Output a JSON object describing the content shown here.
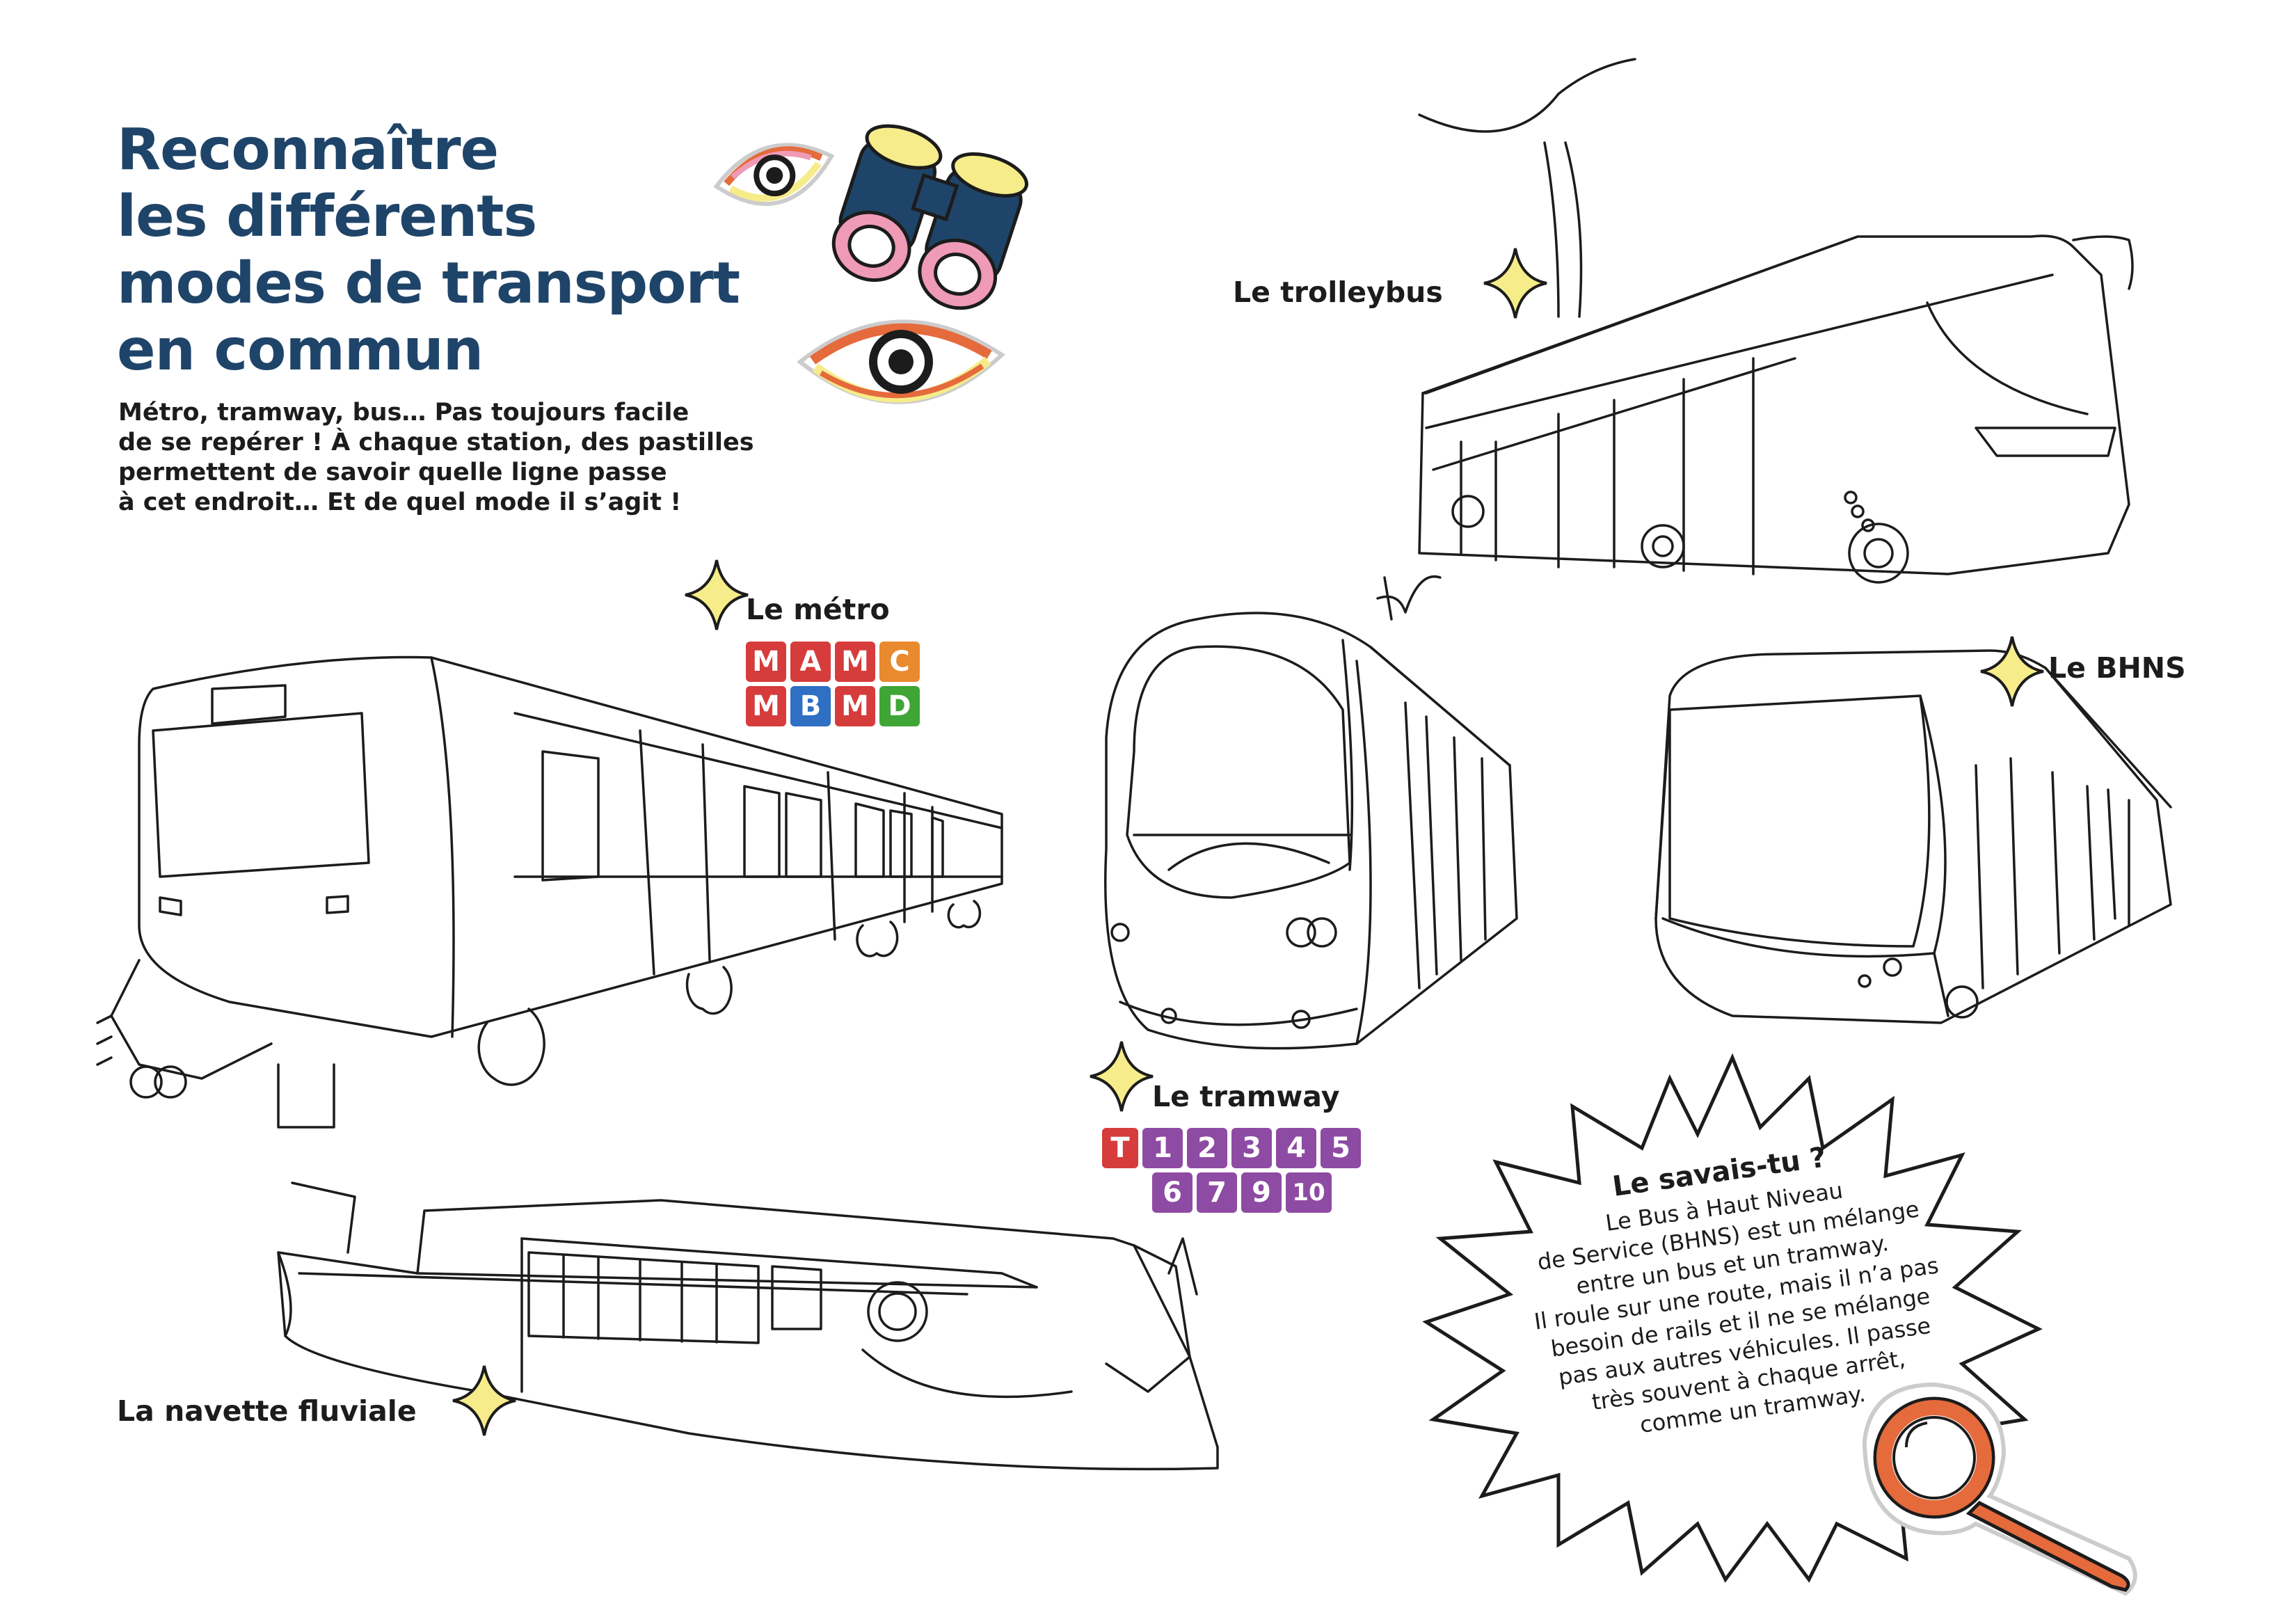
{
  "title": {
    "lines": [
      "Reconnaître",
      "les différents",
      "modes de transport",
      "en commun"
    ]
  },
  "intro": {
    "lines": [
      "Métro, tramway, bus… Pas toujours facile",
      "de se repérer ! À chaque station, des pastilles",
      "permettent de savoir quelle ligne passe",
      "à cet endroit… Et de quel mode il s’agit !"
    ]
  },
  "vehicles": {
    "metro": {
      "label": "Le métro",
      "lines": [
        {
          "text": "M",
          "color": "#d63c3c"
        },
        {
          "text": "A",
          "color": "#d63c3c"
        },
        {
          "text": "M",
          "color": "#d63c3c"
        },
        {
          "text": "C",
          "color": "#e98a2e"
        },
        {
          "text": "M",
          "color": "#d63c3c"
        },
        {
          "text": "B",
          "color": "#2f6fc4"
        },
        {
          "text": "M",
          "color": "#d63c3c"
        },
        {
          "text": "D",
          "color": "#3fa535"
        }
      ]
    },
    "tramway": {
      "label": "Le tramway",
      "t_badge": {
        "text": "T",
        "color": "#d63c3c"
      },
      "lines": [
        "1",
        "2",
        "3",
        "4",
        "5",
        "6",
        "7",
        "9",
        "10"
      ],
      "line_color": "#8e4ba3"
    },
    "trolleybus": {
      "label": "Le trolleybus"
    },
    "bhns": {
      "label": "Le BHNS"
    },
    "navette": {
      "label": "La navette fluviale"
    }
  },
  "did_you_know": {
    "title": "Le savais-tu ?",
    "lines": [
      "Le Bus à Haut Niveau",
      "de Service (BHNS) est un mélange",
      "entre un bus et un tramway.",
      "Il roule sur une route, mais il n’a pas",
      "besoin de rails et il ne se mélange",
      "pas aux autres véhicules. Il passe",
      "très souvent à chaque arrêt,",
      "comme un tramway."
    ]
  },
  "colors": {
    "title": "#1f4469",
    "star": "#f6ec8a",
    "sticker_navy": "#1f4469",
    "sticker_pink": "#ef9ab6",
    "sticker_orange": "#e56a3c",
    "sticker_yellow": "#f6ec8a"
  },
  "icons": [
    "eye-icon",
    "binoculars-icon",
    "star-icon",
    "magnifier-icon"
  ]
}
